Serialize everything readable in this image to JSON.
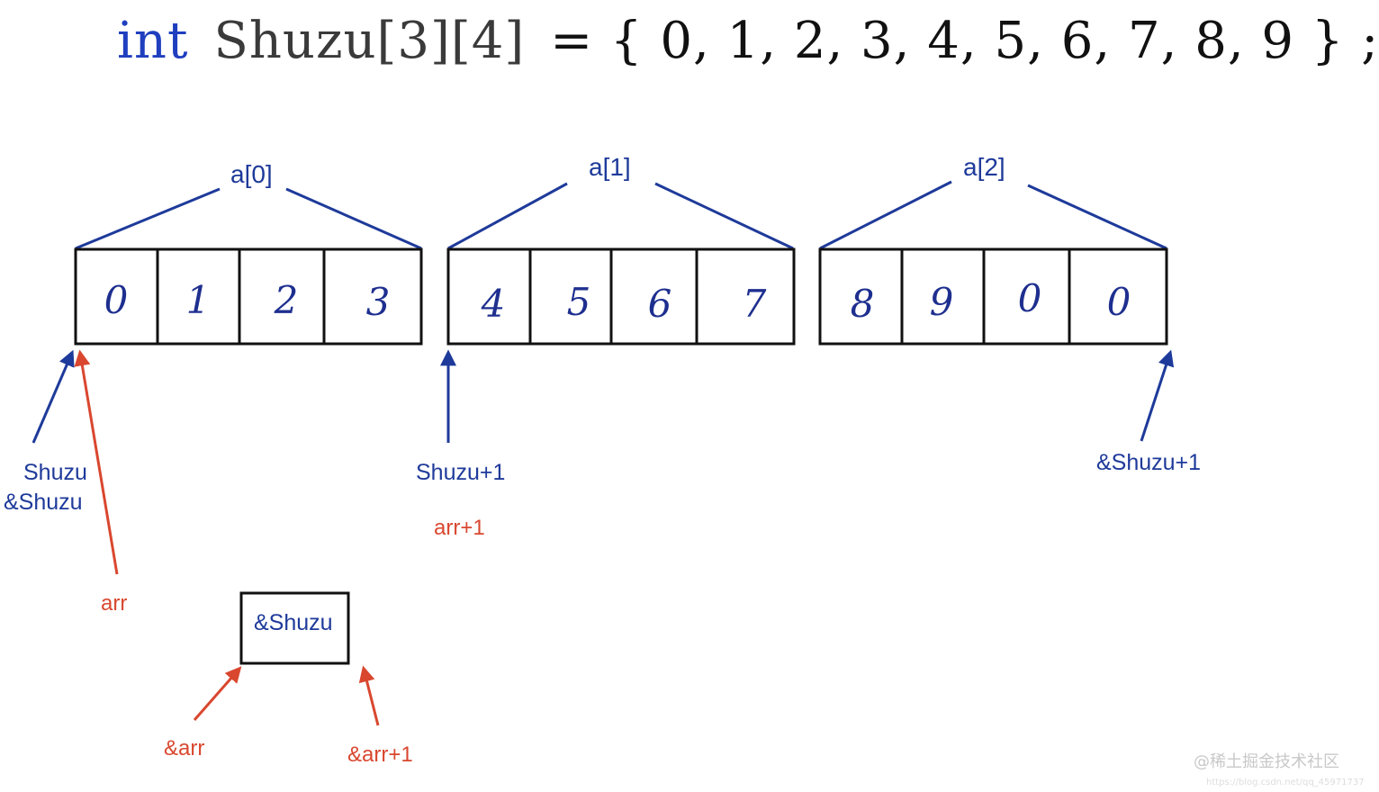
{
  "code": {
    "keyword": "int",
    "declaration": "Shuzu[3][4]",
    "initializer": "=  { 0, 1, 2, 3, 4, 5, 6, 7, 8, 9 } ;"
  },
  "rows": [
    {
      "label": "a[0]",
      "cells": [
        "0",
        "1",
        "2",
        "3"
      ]
    },
    {
      "label": "a[1]",
      "cells": [
        "4",
        "5",
        "6",
        "7"
      ]
    },
    {
      "label": "a[2]",
      "cells": [
        "8",
        "9",
        "0",
        "0"
      ]
    }
  ],
  "pointers": {
    "shuzu": "Shuzu",
    "amp_shuzu": "&Shuzu",
    "arr": "arr",
    "shuzu_plus_1": "Shuzu+1",
    "arr_plus_1": "arr+1",
    "amp_shuzu_plus_1": "&Shuzu+1",
    "box_label": "&Shuzu",
    "amp_arr": "&arr",
    "amp_arr_plus_1": "&arr+1"
  },
  "watermark": {
    "text": "@稀土掘金技术社区",
    "url": "https://blog.csdn.net/qq_45971737"
  },
  "colors": {
    "blue": "#1e3a9a",
    "red": "#d9472f",
    "grid": "#111111"
  }
}
